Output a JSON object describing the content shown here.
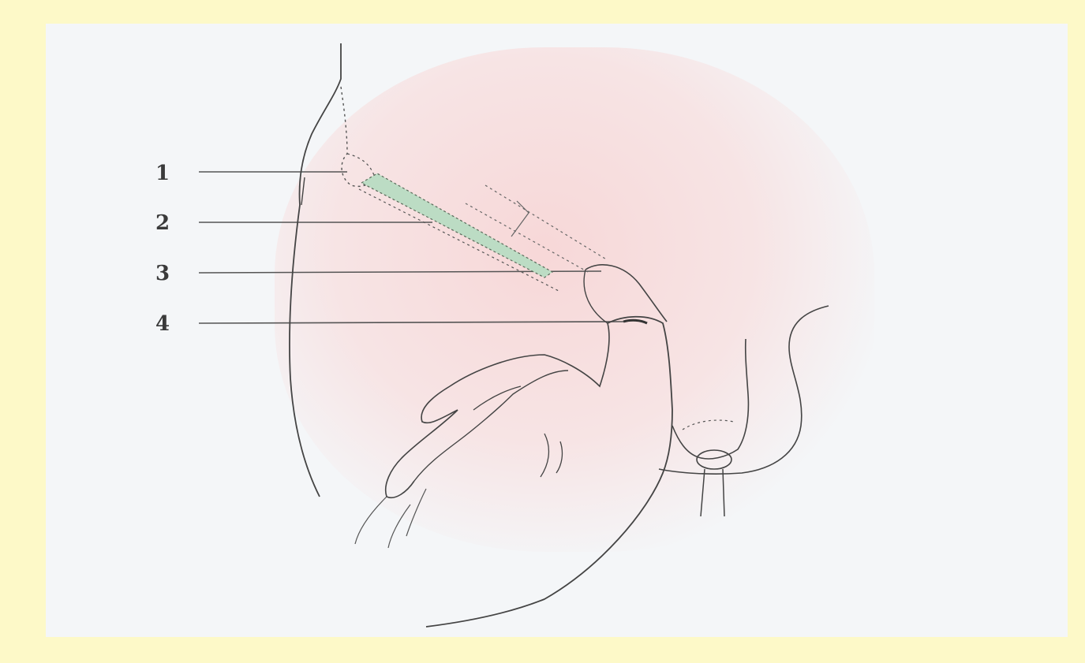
{
  "figure": {
    "labels": [
      "1",
      "2",
      "3",
      "4"
    ],
    "colors": {
      "border": "#fdf9c8",
      "panel": "#f4f6f8",
      "shading": "#f7d6d6",
      "canal_fill": "#bcdcc4",
      "line": "#4a4a4a"
    }
  }
}
